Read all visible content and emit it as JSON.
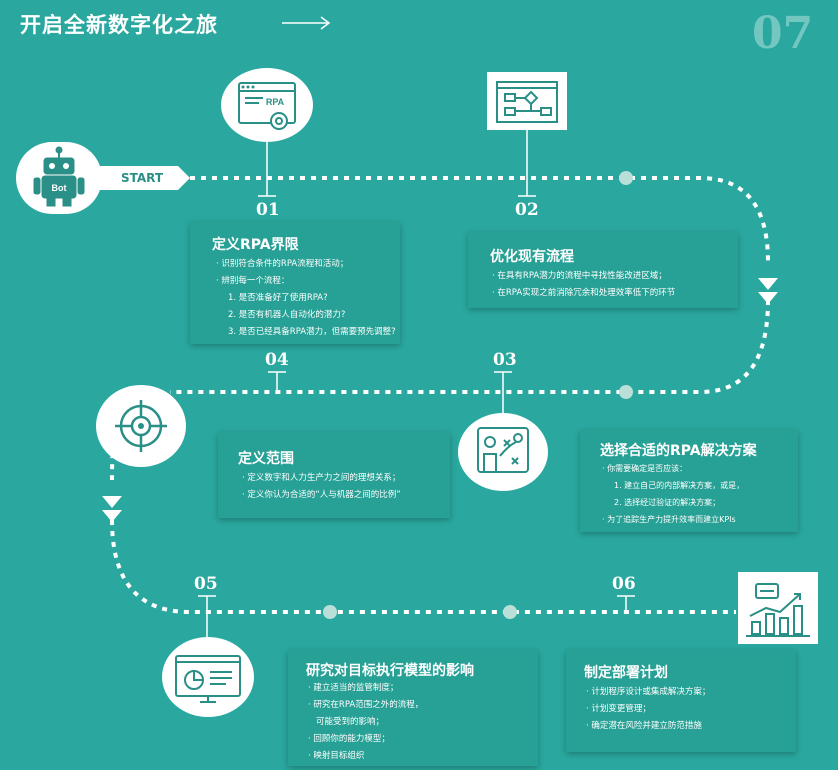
{
  "header": {
    "title": "开启全新数字化之旅",
    "page_number": "07"
  },
  "start_label": "START",
  "icons": {
    "robot_badge": "Bot",
    "step1_screen": "RPA"
  },
  "steps": [
    {
      "number": "01",
      "title": "定义RPA界限",
      "items": [
        {
          "text": "识别符合条件的RPA流程和活动；",
          "kind": "bullet"
        },
        {
          "text": "辨别每一个流程：",
          "kind": "bullet"
        },
        {
          "text": "1. 是否准备好了使用RPA?",
          "kind": "sub"
        },
        {
          "text": "2. 是否有机器人自动化的潜力?",
          "kind": "sub"
        },
        {
          "text": "3. 是否已经具备RPA潜力，但需要预先调整?",
          "kind": "sub"
        }
      ]
    },
    {
      "number": "02",
      "title": "优化现有流程",
      "items": [
        {
          "text": "在具有RPA潜力的流程中寻找性能改进区域；",
          "kind": "bullet"
        },
        {
          "text": "在RPA实现之前消除冗余和处理效率低下的环节",
          "kind": "bullet"
        }
      ]
    },
    {
      "number": "03",
      "title": "选择合适的RPA解决方案",
      "items": [
        {
          "text": "你需要确定是否应该：",
          "kind": "bullet"
        },
        {
          "text": "1. 建立自己的内部解决方案，或是，",
          "kind": "sub"
        },
        {
          "text": "2. 选择经过验证的解决方案；",
          "kind": "sub"
        },
        {
          "text": "为了追踪生产力提升效率而建立KPIs",
          "kind": "bullet"
        }
      ]
    },
    {
      "number": "04",
      "title": "定义范围",
      "items": [
        {
          "text": "定义数字和人力生产力之间的理想关系；",
          "kind": "bullet"
        },
        {
          "text": "定义你认为合适的“人与机器之间的比例”",
          "kind": "bullet"
        }
      ]
    },
    {
      "number": "05",
      "title": "研究对目标执行模型的影响",
      "items": [
        {
          "text": "建立适当的监管制度；",
          "kind": "bullet"
        },
        {
          "text": "研究在RPA范围之外的流程，",
          "kind": "bullet"
        },
        {
          "text": "可能受到的影响；",
          "kind": "cont"
        },
        {
          "text": "回顾你的能力模型；",
          "kind": "bullet"
        },
        {
          "text": "映射目标组织",
          "kind": "bullet"
        }
      ]
    },
    {
      "number": "06",
      "title": "制定部署计划",
      "items": [
        {
          "text": "计划程序设计或集成解决方案；",
          "kind": "bullet"
        },
        {
          "text": "计划变更管理；",
          "kind": "bullet"
        },
        {
          "text": "确定潜在风险并建立防范措施",
          "kind": "bullet"
        }
      ]
    }
  ],
  "colors": {
    "background": "#2aa89f",
    "card": "#27a095",
    "line": "#ffffff",
    "accent_text": "#2a8f86"
  }
}
